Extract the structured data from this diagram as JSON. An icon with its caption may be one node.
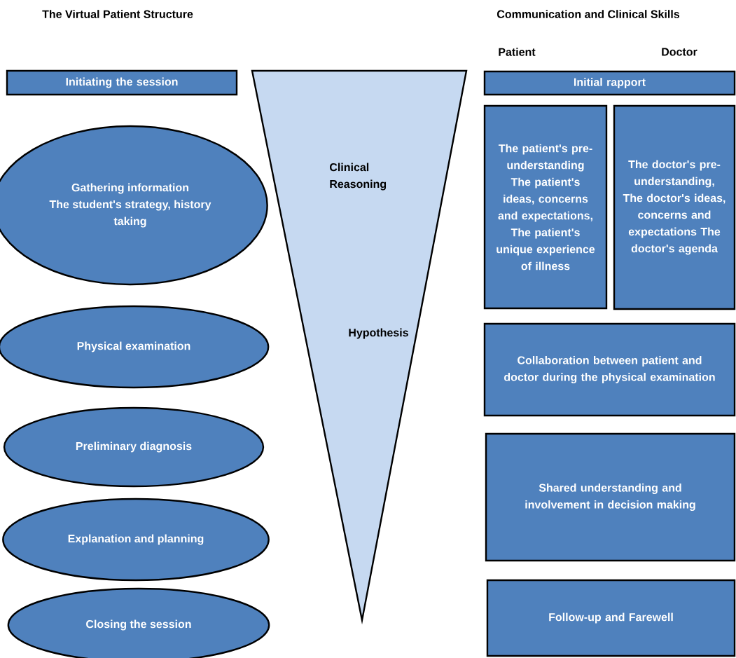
{
  "diagram": {
    "nodes": [
      {
        "text": [
          "Initiating the session"
        ]
      },
      {
        "text": [
          "Gathering information",
          "The student's strategy, history taking"
        ]
      },
      {
        "text": [
          "Physical examination"
        ]
      },
      {
        "text": [
          "Preliminary diagnosis"
        ]
      },
      {
        "text": [
          "Explanation and planning"
        ]
      },
      {
        "text": [
          "Closing the session"
        ]
      },
      {
        "text": [
          "Clinical Reasoning",
          "Hypothesis"
        ]
      },
      {
        "text": [
          "Initial rapport"
        ]
      },
      {
        "text": [
          "The patient's pre-understanding The patient's ideas, concerns and expectations, The patient's unique experience of illness"
        ]
      },
      {
        "text": [
          "The doctor's pre-understanding, The doctor's ideas, concerns and expectations The doctor's agenda"
        ]
      },
      {
        "text": [
          "Collaboration between patient and doctor during the physical examination"
        ]
      },
      {
        "text": [
          "Shared understanding and involvement in decision making"
        ]
      },
      {
        "text": [
          "Follow-up and Farewell"
        ]
      }
    ],
    "labels": [
      "The Virtual Patient Structure",
      "Communication and Clinical Skills",
      "Patient",
      "Doctor"
    ]
  }
}
